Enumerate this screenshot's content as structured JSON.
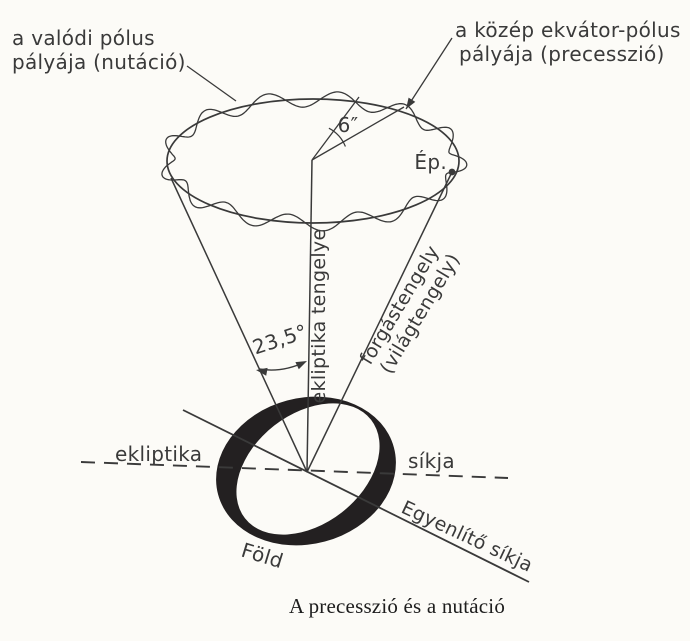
{
  "figure": {
    "caption": "A precesszió és a nutáció"
  },
  "labels": {
    "nutation": {
      "line1": "a valódi pólus",
      "line2": "pályája (nutáció)"
    },
    "precession": {
      "line1": "a közép ekvátor-pólus",
      "line2": "pályája (precesszió)"
    },
    "nutation_amplitude": "6″",
    "pole_point": "Ép.",
    "ecliptic_axis": "ekliptika tengelye",
    "rotation_axis": {
      "line1": "forgástengely",
      "line2": "(világtengely)"
    },
    "obliquity": "23,5°",
    "ecliptic_plane": {
      "left": "ekliptika",
      "right": "síkja"
    },
    "equator_plane": "Egyenlítő síkja",
    "earth": "Föld"
  },
  "colors": {
    "ink": "#3a3a3a",
    "earth": "#232021",
    "background": "#fcfbf7"
  }
}
